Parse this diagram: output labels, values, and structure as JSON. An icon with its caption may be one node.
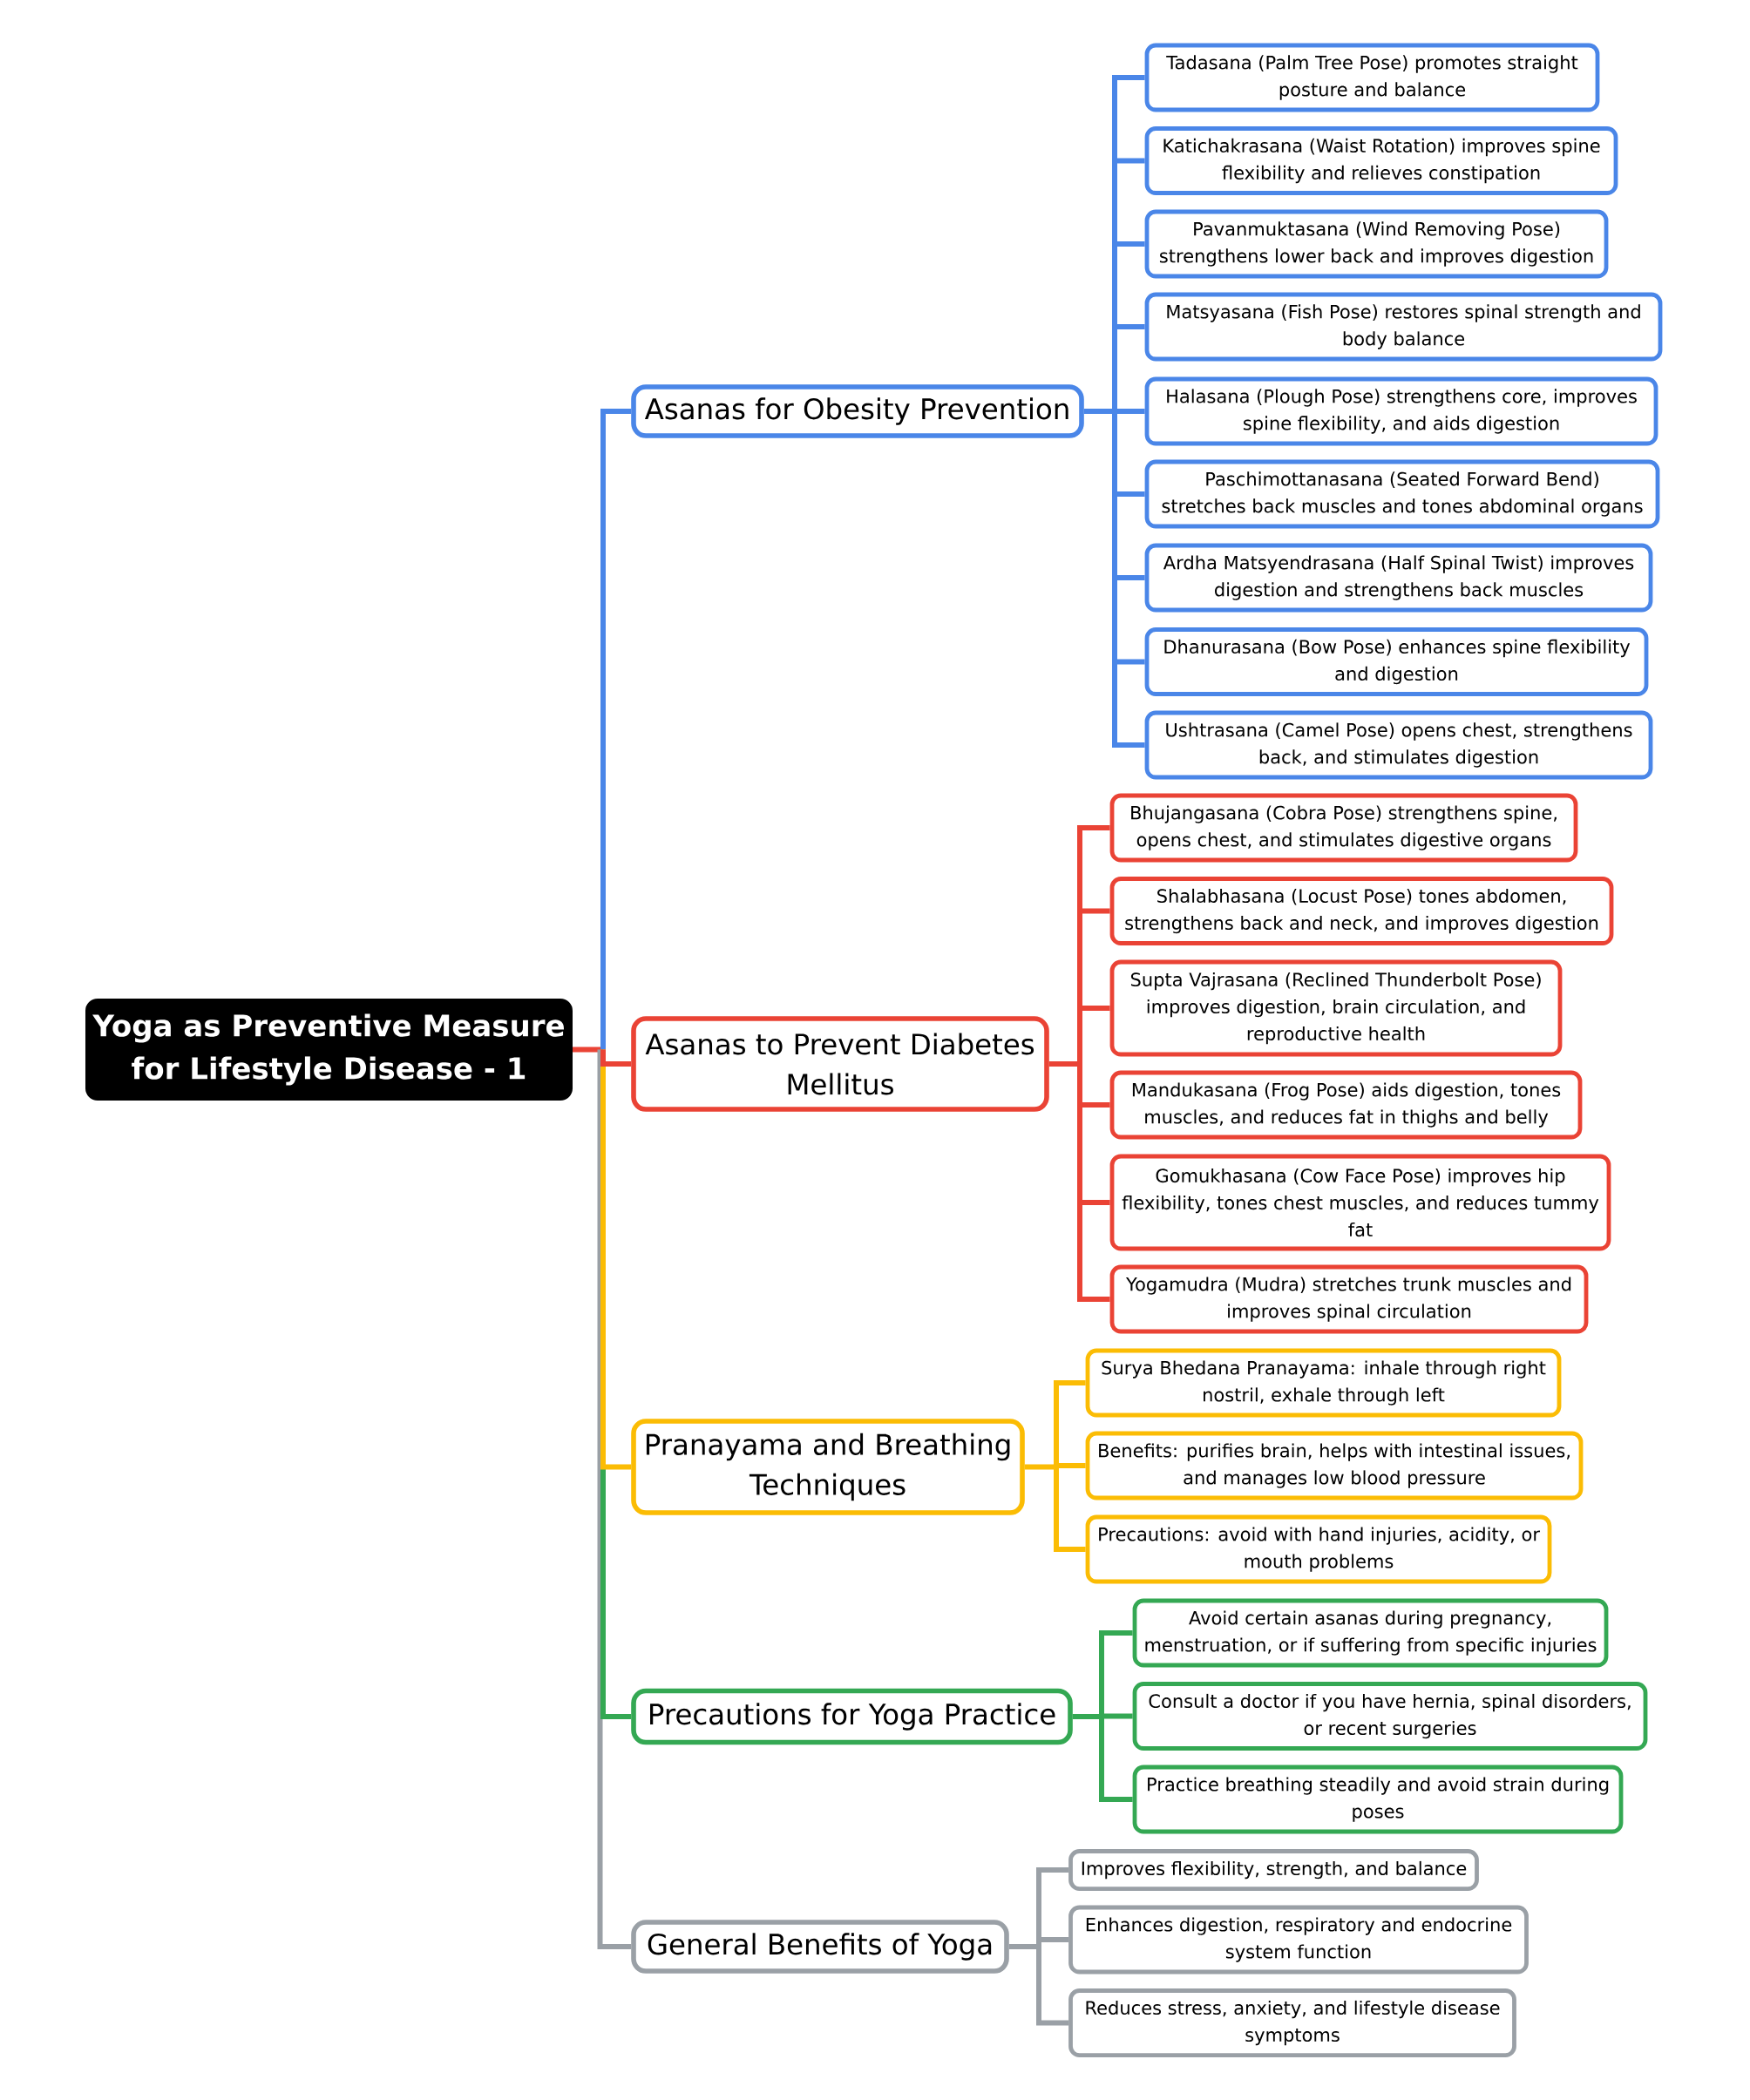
{
  "diagram": {
    "nodes": [
      {
        "text": [
          "Yoga as Preventive Measure for Lifestyle Disease - 1"
        ]
      },
      {
        "text": [
          "Asanas for Obesity Prevention"
        ]
      },
      {
        "text": [
          "Tadasana (Palm Tree Pose) promotes straight posture and balance"
        ]
      },
      {
        "text": [
          "Katichakrasana (Waist Rotation) improves spine flexibility and relieves constipation"
        ]
      },
      {
        "text": [
          "Pavanmuktasana (Wind Removing Pose) strengthens lower back and improves digestion"
        ]
      },
      {
        "text": [
          "Matsyasana (Fish Pose) restores spinal strength and body balance"
        ]
      },
      {
        "text": [
          "Halasana (Plough Pose) strengthens core, improves spine flexibility, and aids digestion"
        ]
      },
      {
        "text": [
          "Paschimottanasana (Seated Forward Bend) stretches back muscles and tones abdominal organs"
        ]
      },
      {
        "text": [
          "Ardha Matsyendrasana (Half Spinal Twist) improves digestion and strengthens back muscles"
        ]
      },
      {
        "text": [
          "Dhanurasana (Bow Pose) enhances spine flexibility and digestion"
        ]
      },
      {
        "text": [
          "Ushtrasana (Camel Pose) opens chest, strengthens back, and stimulates digestion"
        ]
      },
      {
        "text": [
          "Asanas to Prevent Diabetes Mellitus"
        ]
      },
      {
        "text": [
          "Bhujangasana (Cobra Pose) strengthens spine, opens chest, and stimulates digestive organs"
        ]
      },
      {
        "text": [
          "Shalabhasana (Locust Pose) tones abdomen, strengthens back and neck, and improves digestion"
        ]
      },
      {
        "text": [
          "Supta Vajrasana (Reclined Thunderbolt Pose) improves digestion, brain circulation, and reproductive health"
        ]
      },
      {
        "text": [
          "Mandukasana (Frog Pose) aids digestion, tones muscles, and reduces fat in thighs and belly"
        ]
      },
      {
        "text": [
          "Gomukhasana (Cow Face Pose) improves hip flexibility, tones chest muscles, and reduces tummy fat"
        ]
      },
      {
        "text": [
          "Yogamudra (Mudra) stretches trunk muscles and improves spinal circulation"
        ]
      },
      {
        "text": [
          "Pranayama and Breathing Techniques"
        ]
      },
      {
        "text": [
          "Surya Bhedana Pranayama: inhale through right nostril, exhale through left"
        ]
      },
      {
        "text": [
          "Benefits: purifies brain, helps with intestinal issues, and manages low blood pressure"
        ]
      },
      {
        "text": [
          "Precautions: avoid with hand injuries, acidity, or mouth problems"
        ]
      },
      {
        "text": [
          "Precautions for Yoga Practice"
        ]
      },
      {
        "text": [
          "Avoid certain asanas during pregnancy, menstruation, or if suffering from specific injuries"
        ]
      },
      {
        "text": [
          "Consult a doctor if you have hernia, spinal disorders, or recent surgeries"
        ]
      },
      {
        "text": [
          "Practice breathing steadily and avoid strain during poses"
        ]
      },
      {
        "text": [
          "General Benefits of Yoga"
        ]
      },
      {
        "text": [
          "Improves flexibility, strength, and balance"
        ]
      },
      {
        "text": [
          "Enhances digestion, respiratory and endocrine system function"
        ]
      },
      {
        "text": [
          "Reduces stress, anxiety, and lifestyle disease symptoms"
        ]
      }
    ],
    "edges": [
      {
        "from": 0,
        "to": 1,
        "arrow": "none"
      },
      {
        "from": 1,
        "to": 2,
        "arrow": "none"
      },
      {
        "from": 1,
        "to": 3,
        "arrow": "none"
      },
      {
        "from": 1,
        "to": 4,
        "arrow": "none"
      },
      {
        "from": 1,
        "to": 5,
        "arrow": "none"
      },
      {
        "from": 1,
        "to": 6,
        "arrow": "none"
      },
      {
        "from": 1,
        "to": 7,
        "arrow": "none"
      },
      {
        "from": 1,
        "to": 8,
        "arrow": "none"
      },
      {
        "from": 1,
        "to": 9,
        "arrow": "none"
      },
      {
        "from": 1,
        "to": 10,
        "arrow": "none"
      },
      {
        "from": 0,
        "to": 11,
        "arrow": "none",
        "color": "#ea4335"
      },
      {
        "from": 11,
        "to": 12,
        "arrow": "none",
        "color": "#ea4335"
      },
      {
        "from": 11,
        "to": 13,
        "arrow": "none",
        "color": "#ea4335"
      },
      {
        "from": 11,
        "to": 14,
        "arrow": "none",
        "color": "#ea4335"
      },
      {
        "from": 11,
        "to": 15,
        "arrow": "none",
        "color": "#ea4335"
      },
      {
        "from": 11,
        "to": 16,
        "arrow": "none",
        "color": "#ea4335"
      },
      {
        "from": 11,
        "to": 17,
        "arrow": "none",
        "color": "#ea4335"
      },
      {
        "from": 0,
        "to": 18,
        "arrow": "none",
        "color": "#fbbc04"
      },
      {
        "from": 18,
        "to": 19,
        "arrow": "none",
        "color": "#fbbc04"
      },
      {
        "from": 18,
        "to": 20,
        "arrow": "none",
        "color": "#fbbc04"
      },
      {
        "from": 18,
        "to": 21,
        "arrow": "none",
        "color": "#fbbc04"
      },
      {
        "from": 0,
        "to": 22,
        "arrow": "none",
        "color": "#34a853"
      },
      {
        "from": 22,
        "to": 23,
        "arrow": "none",
        "color": "#34a853"
      },
      {
        "from": 22,
        "to": 24,
        "arrow": "none",
        "color": "#34a853"
      },
      {
        "from": 22,
        "to": 25,
        "arrow": "none",
        "color": "#34a853"
      },
      {
        "from": 0,
        "to": 26,
        "arrow": "none",
        "color": "#9aa0a6"
      },
      {
        "from": 26,
        "to": 27,
        "arrow": "none",
        "color": "#9aa0a6"
      },
      {
        "from": 26,
        "to": 28,
        "arrow": "none",
        "color": "#9aa0a6"
      },
      {
        "from": 26,
        "to": 29,
        "arrow": "none",
        "color": "#9aa0a6"
      }
    ]
  }
}
